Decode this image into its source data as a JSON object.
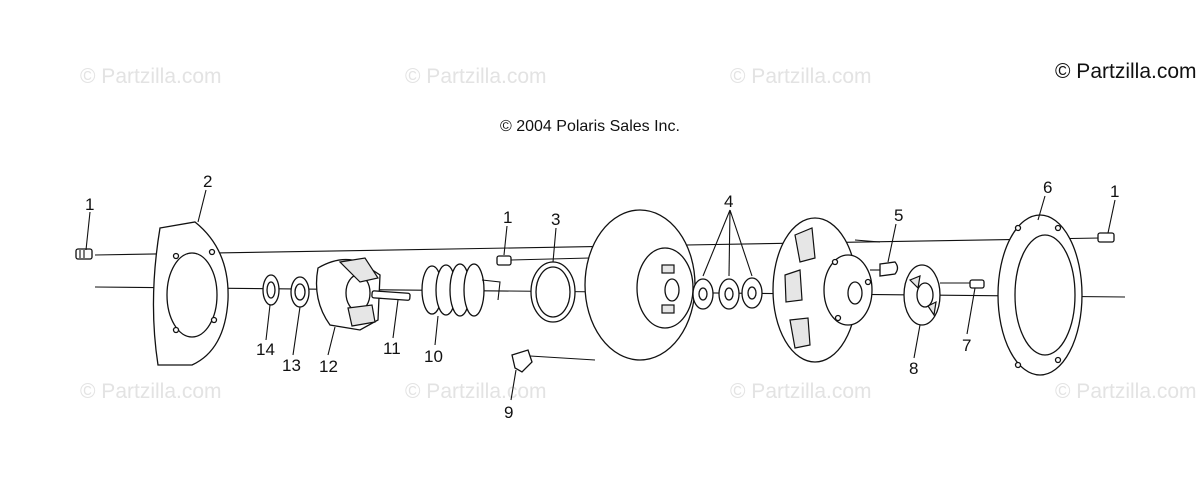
{
  "watermarks": {
    "faint": [
      "© Partzilla.com",
      "© Partzilla.com",
      "© Partzilla.com",
      "© Partzilla.com",
      "© Partzilla.com",
      "© Partzilla.com",
      "© Partzilla.com"
    ],
    "dark": "© Partzilla.com"
  },
  "copyright": "© 2004 Polaris Sales Inc.",
  "callouts": {
    "c1a": "1",
    "c2": "2",
    "c1b": "1",
    "c3": "3",
    "c4": "4",
    "c5": "5",
    "c6": "6",
    "c1c": "1",
    "c14": "14",
    "c13": "13",
    "c12": "12",
    "c11": "11",
    "c10": "10",
    "c9": "9",
    "c8": "8",
    "c7": "7"
  }
}
